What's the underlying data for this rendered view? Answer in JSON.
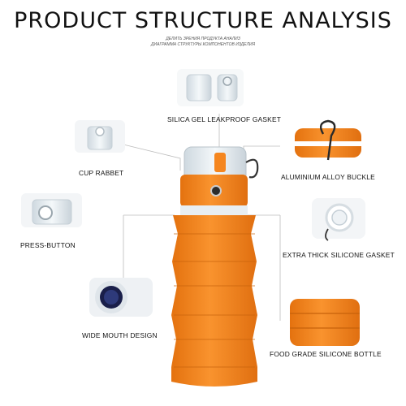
{
  "title": "PRODUCT STRUCTURE ANALYSIS",
  "subtitle_lines": [
    "ДЕЛИТЬ ЗРЕНИЯ ПРОДУКТА АНАЛИЗ",
    "ДИАГРАММА СТРУКТУРЫ КОМПОНЕНТОВ ИЗДЕЛИЯ"
  ],
  "labels": {
    "gasket": "SILICA GEL LEAKPROOF GASKET",
    "cup_rabbet": "CUP RABBET",
    "buckle": "ALUMINIUM ALLOY BUCKLE",
    "press_button": "PRESS-BUTTON",
    "thick_gasket": "EXTRA THICK SILICONE GASKET",
    "wide_mouth": "WIDE MOUTH DESIGN",
    "bottle": "FOOD GRADE SILICONE BOTTLE"
  },
  "colors": {
    "orange": "#f5861f",
    "orange_dark": "#d96d0c",
    "clear_plastic": "#dfe8ee",
    "line": "#bdbdbd"
  }
}
